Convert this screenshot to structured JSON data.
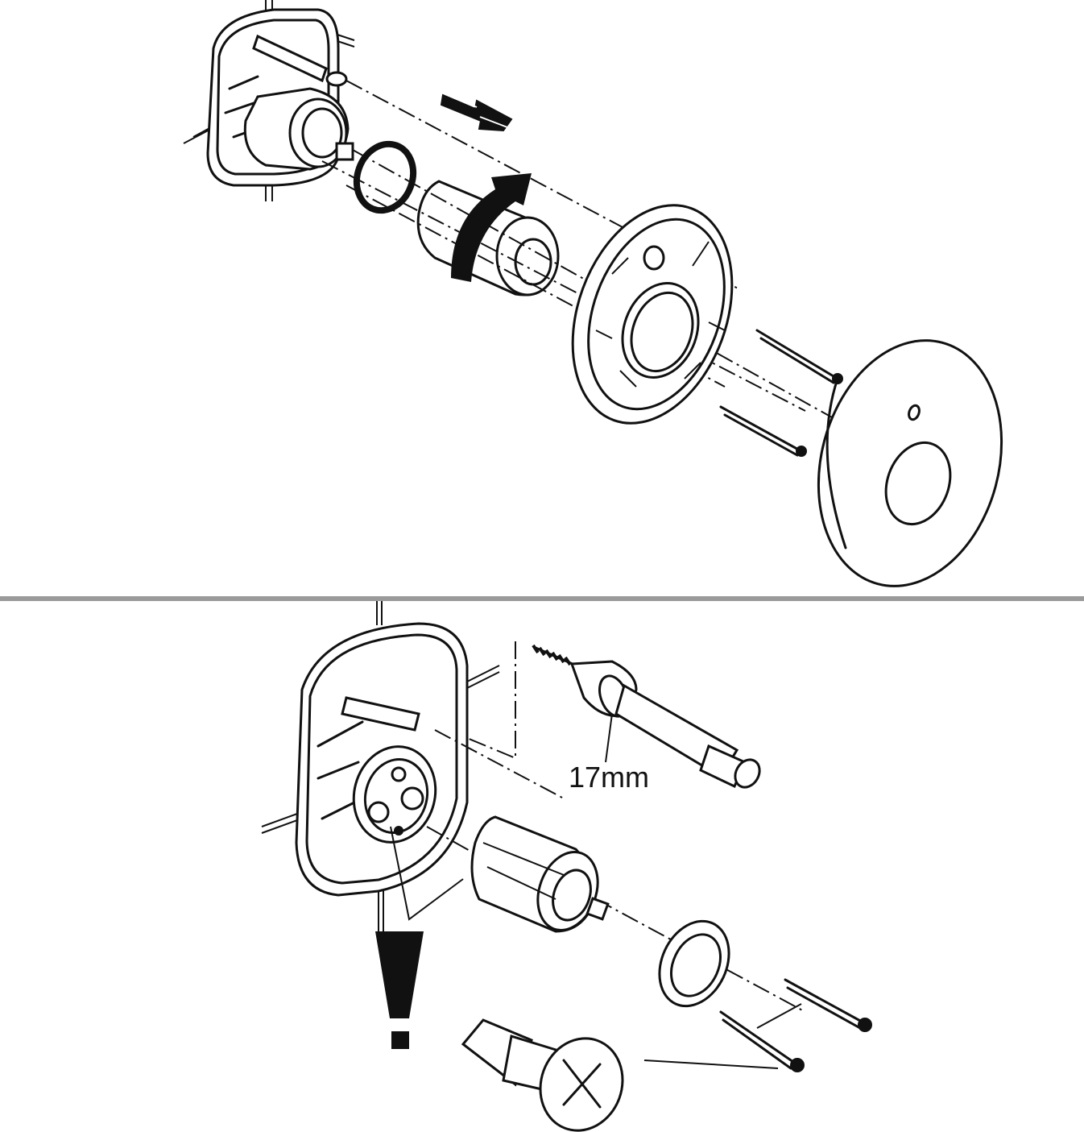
{
  "figure": {
    "type": "exploded assembly instructions",
    "panels": 2
  },
  "bottom_panel": {
    "wrench_size_label": "17mm"
  },
  "colors": {
    "line": "#111111",
    "divider": "#9a9a9a",
    "background": "#ffffff"
  }
}
